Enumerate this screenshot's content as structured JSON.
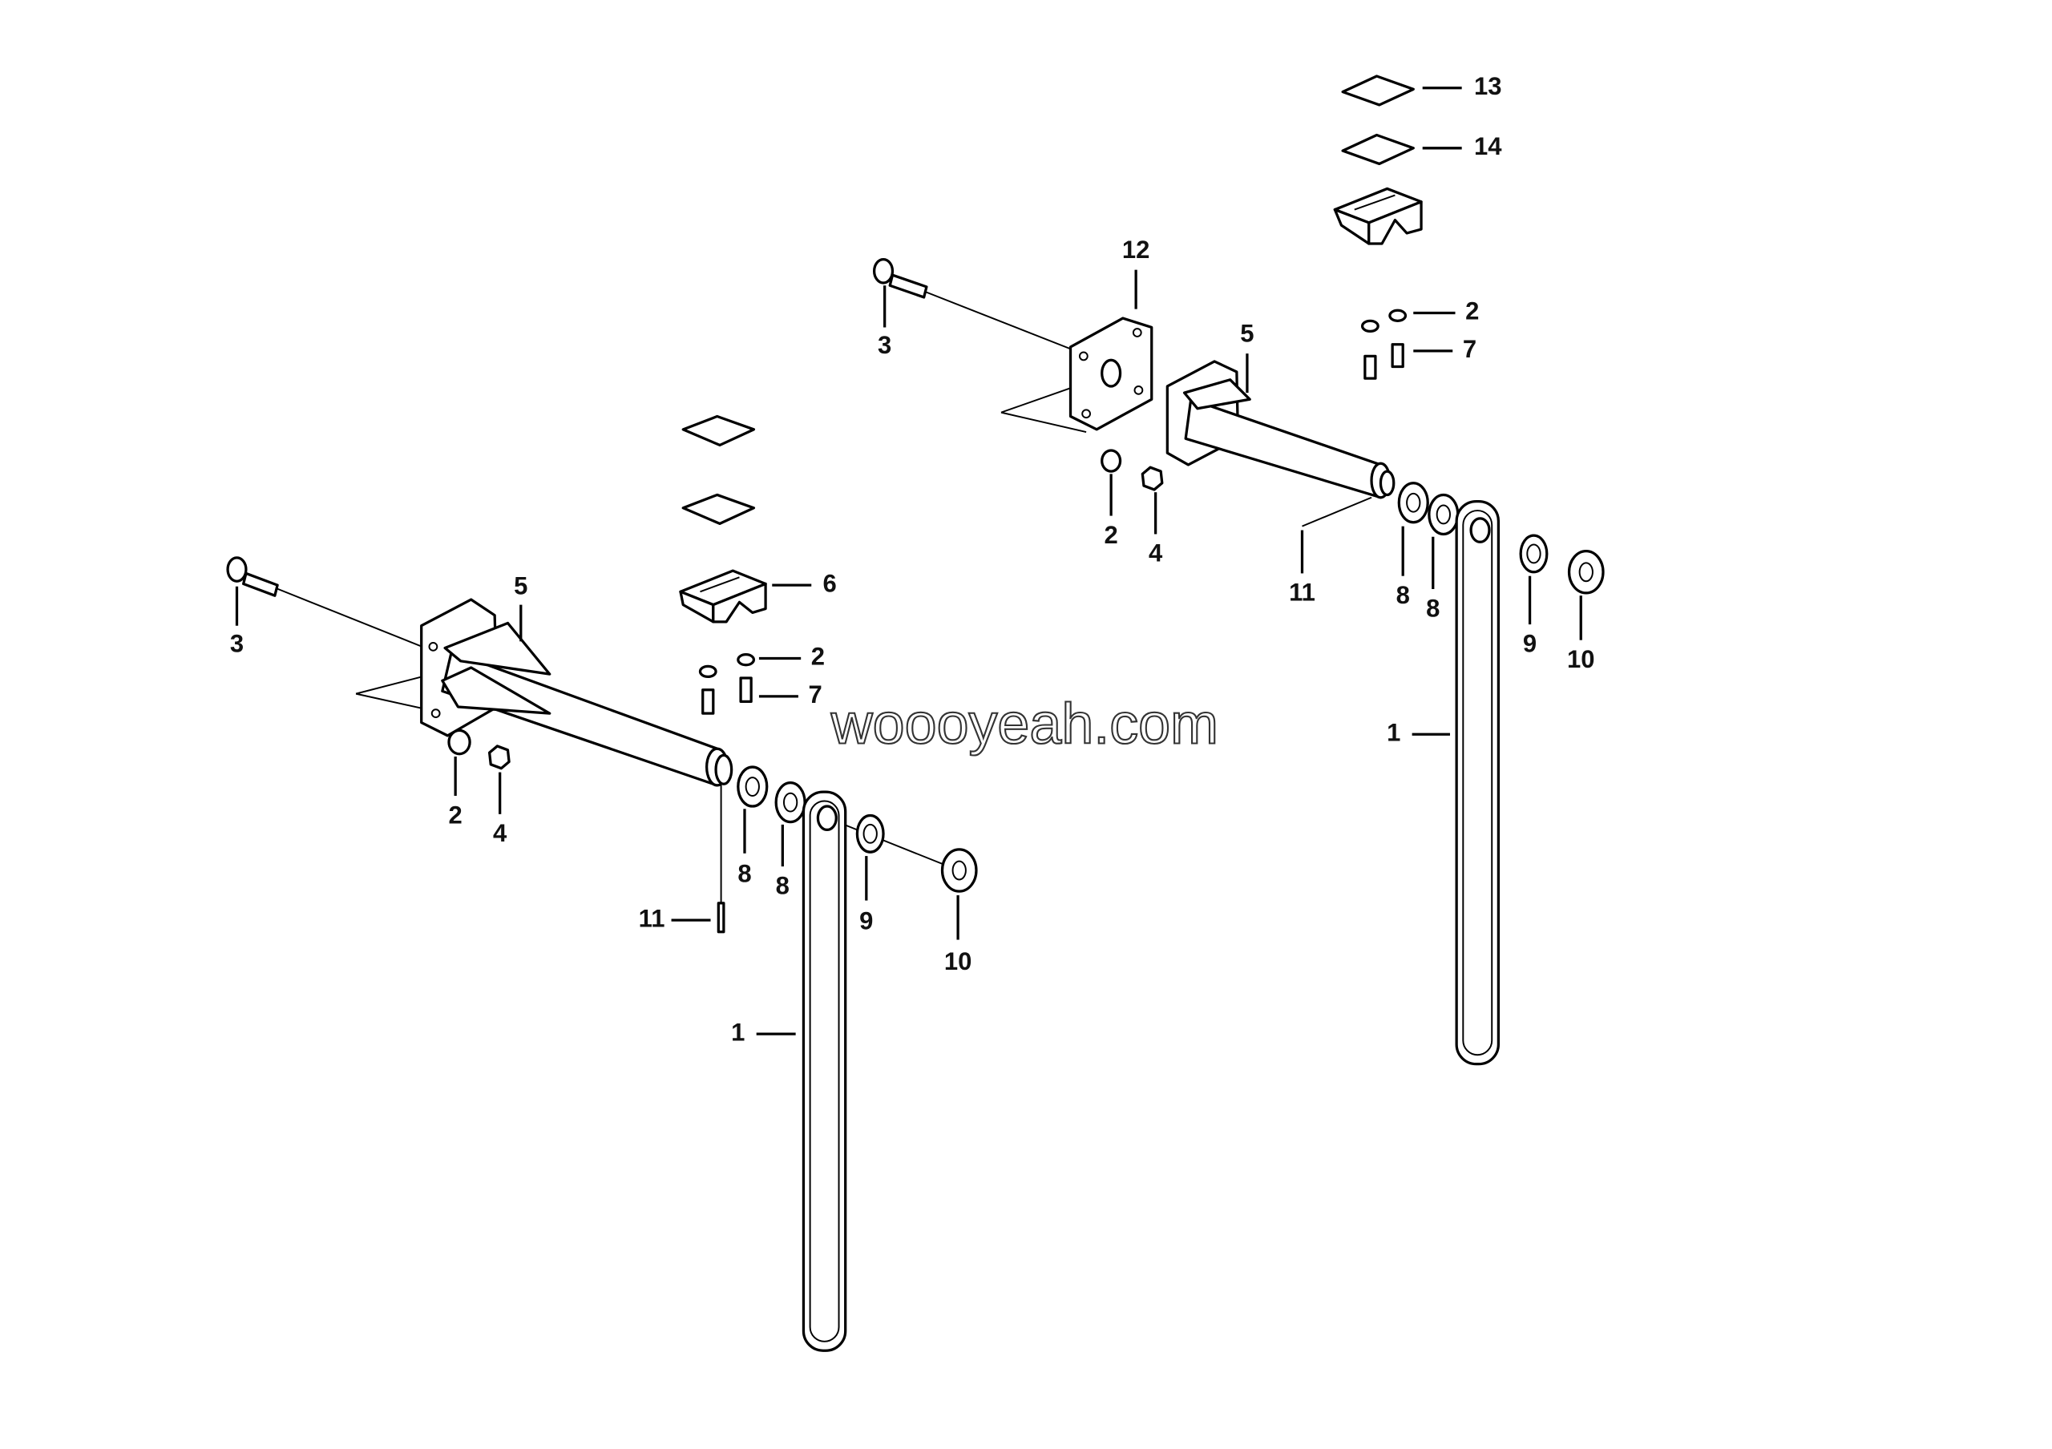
{
  "diagram": {
    "watermark": "woooyeah.com",
    "left_assembly": {
      "callouts": [
        "3",
        "5",
        "6",
        "2",
        "7",
        "2",
        "4",
        "8",
        "8",
        "9",
        "10",
        "11",
        "1"
      ]
    },
    "right_assembly": {
      "callouts": [
        "13",
        "14",
        "2",
        "7",
        "12",
        "3",
        "5",
        "2",
        "4",
        "11",
        "8",
        "8",
        "9",
        "10",
        "1"
      ]
    }
  }
}
